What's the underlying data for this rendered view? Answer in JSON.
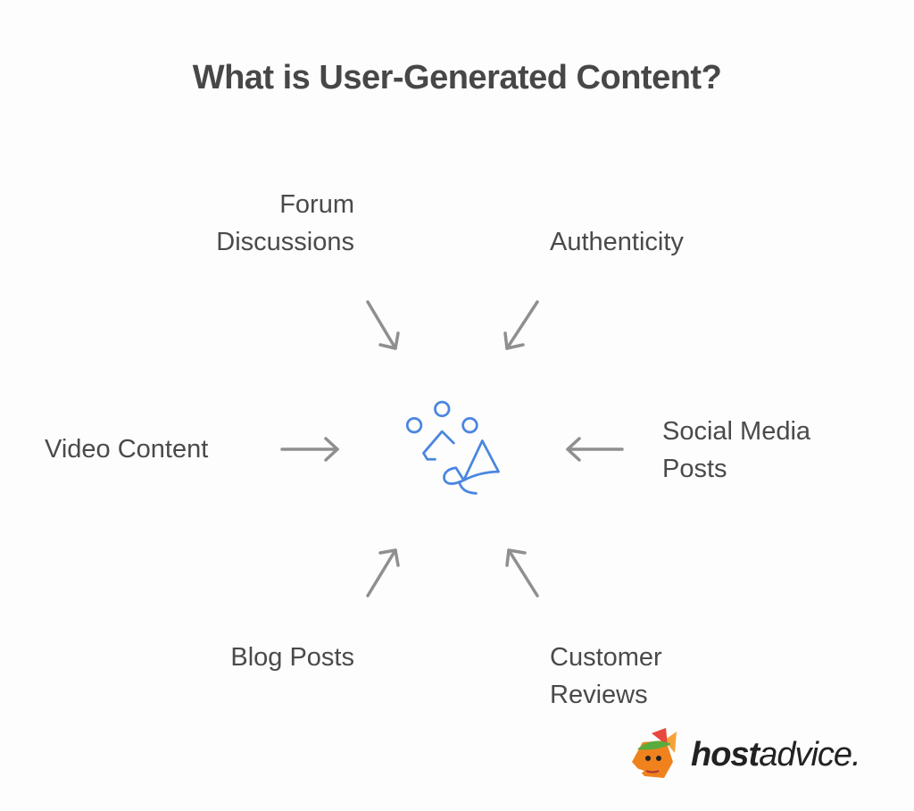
{
  "title": "What is User-Generated Content?",
  "center": {
    "icon": "megaphone-people-icon",
    "color": "#4a86e0"
  },
  "nodes": [
    {
      "id": "forum",
      "lines": [
        "Forum",
        "Discussions"
      ],
      "position": "top-left"
    },
    {
      "id": "authenticity",
      "lines": [
        "Authenticity"
      ],
      "position": "top-right"
    },
    {
      "id": "video",
      "lines": [
        "Video Content"
      ],
      "position": "left"
    },
    {
      "id": "social",
      "lines": [
        "Social Media",
        "Posts"
      ],
      "position": "right"
    },
    {
      "id": "blog",
      "lines": [
        "Blog Posts"
      ],
      "position": "bottom-left"
    },
    {
      "id": "reviews",
      "lines": [
        "Customer",
        "Reviews"
      ],
      "position": "bottom-right"
    }
  ],
  "arrow_color": "#8f8f8f",
  "logo": {
    "bold": "host",
    "regular": "advice."
  }
}
